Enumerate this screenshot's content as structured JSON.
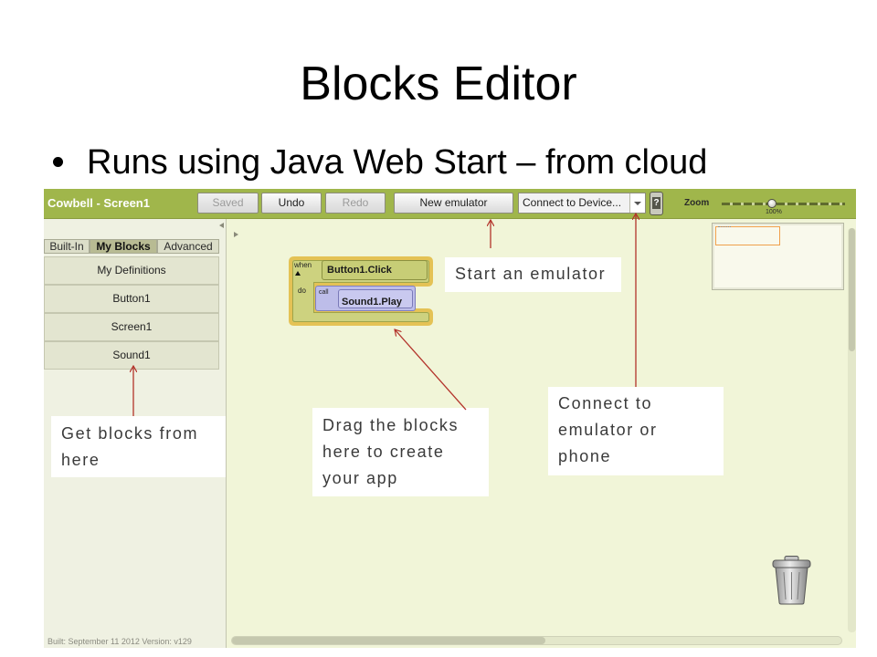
{
  "slide": {
    "title": "Blocks Editor",
    "bullet": "Runs using Java Web Start – from cloud"
  },
  "app": {
    "window_title": "Cowbell - Screen1",
    "toolbar": {
      "saved_label": "Saved",
      "undo_label": "Undo",
      "redo_label": "Redo",
      "new_emulator_label": "New emulator",
      "connect_select_value": "Connect to Device...",
      "phone_help_glyph": "?",
      "zoom_label": "Zoom",
      "zoom_value": "100%"
    },
    "palette": {
      "tabs": [
        {
          "label": "Built-In",
          "selected": false
        },
        {
          "label": "My Blocks",
          "selected": true
        },
        {
          "label": "Advanced",
          "selected": false
        }
      ],
      "drawers": [
        "My Definitions",
        "Button1",
        "Screen1",
        "Sound1"
      ],
      "footer": "Built: September 11 2012 Version: v129"
    },
    "workspace": {
      "event_block": {
        "when_label": "when",
        "do_label": "do",
        "event": "Button1.Click"
      },
      "call_block": {
        "call_label": "call",
        "method": "Sound1.Play"
      }
    }
  },
  "callouts": {
    "start_emulator": {
      "lines": [
        "Start an emulator"
      ]
    },
    "get_blocks": {
      "lines": [
        "Get blocks from",
        "here"
      ]
    },
    "drag_blocks": {
      "lines": [
        "Drag the blocks",
        "here to create",
        "your app"
      ]
    },
    "connect": {
      "lines": [
        "Connect to",
        "emulator or",
        "phone"
      ]
    }
  },
  "icons": {
    "bullet": "bullet-dot-icon",
    "connect_dropdown": "chevron-down-icon",
    "phone_help": "phone-question-icon",
    "collapse_palette": "collapse-palette-icon",
    "expand_workspace": "expand-arrow-icon",
    "collapse_block": "collapse-triangle-icon",
    "trash": "trash-can-icon"
  },
  "colors": {
    "toolbar": "#a0b64b",
    "workspace": "#f1f5d8",
    "palette": "#eff1e2",
    "event_block": "#cdd27f",
    "selection_glow": "#e4c255",
    "call_block": "#bdbde9",
    "annotation_arrow": "#b3332b",
    "minimap_viewport": "#f0a04b"
  }
}
